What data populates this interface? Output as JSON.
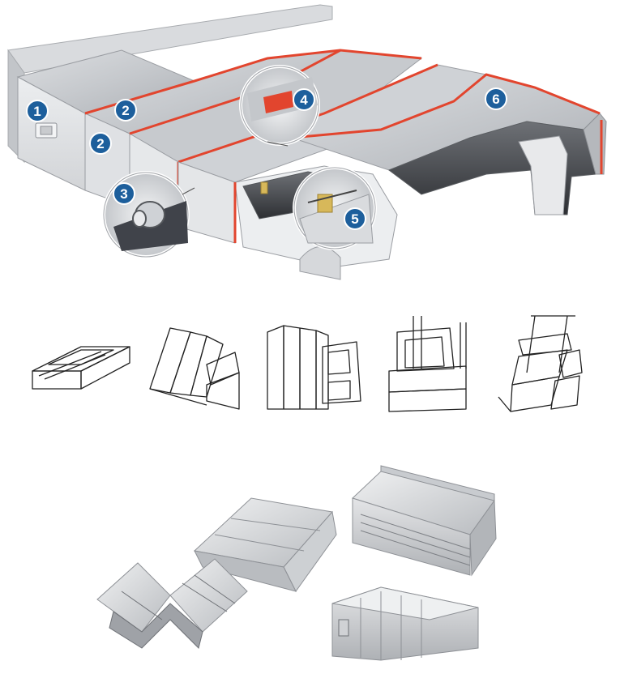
{
  "colors": {
    "steel_light": "#e8e9eb",
    "steel_mid": "#c9cbce",
    "steel_dark": "#9a9da2",
    "seal_red": "#e2452e",
    "badge_blue": "#1d5f9c",
    "brass": "#d7b85a",
    "sketch_ink": "#222222"
  },
  "callouts": [
    {
      "id": "wiper",
      "label": "1"
    },
    {
      "id": "plate-upper",
      "label": "2"
    },
    {
      "id": "plate-lower",
      "label": "2"
    },
    {
      "id": "roller",
      "label": "3"
    },
    {
      "id": "stopper",
      "label": "4"
    },
    {
      "id": "guide-clip",
      "label": "5"
    },
    {
      "id": "seal-strip",
      "label": "6"
    }
  ],
  "sketch_types": [
    "flat-cover",
    "inclined-cover",
    "vertical-cover",
    "box-cover",
    "frame-cover"
  ],
  "product_photos": [
    "roof-cover",
    "flat-cover",
    "y-cover",
    "vertical-cover"
  ]
}
